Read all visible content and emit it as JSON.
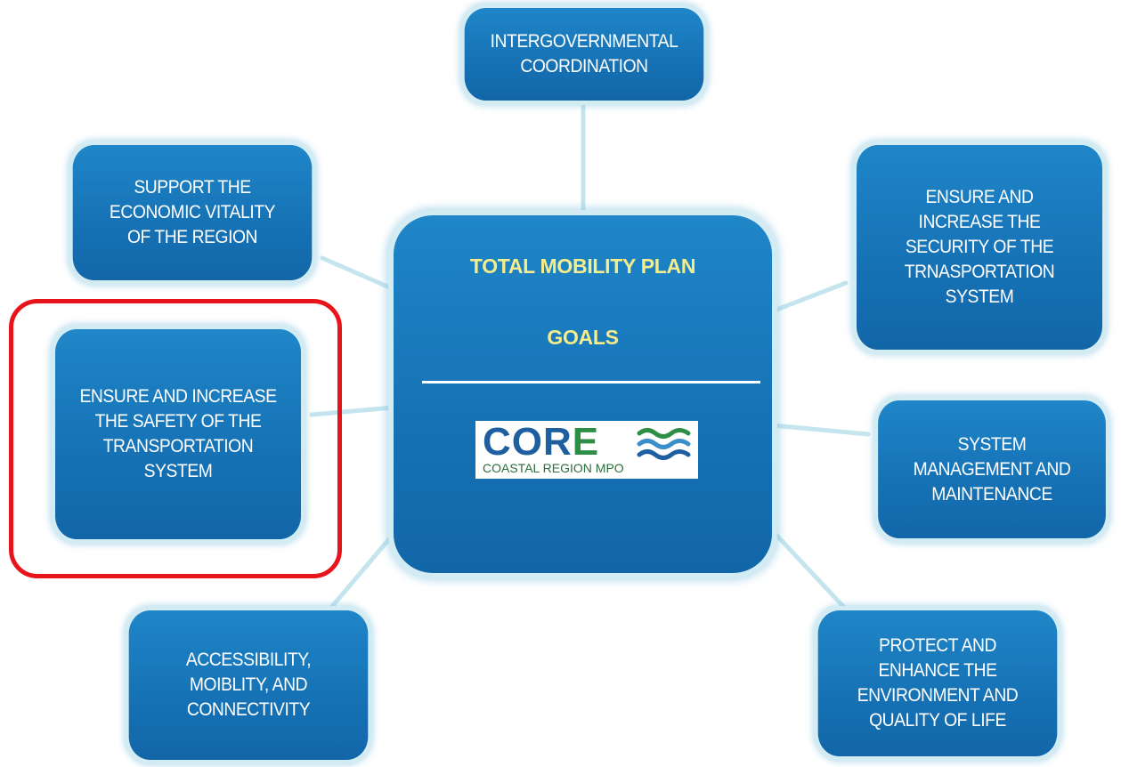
{
  "center": {
    "title_line1": "TOTAL MOBILITY PLAN",
    "title_line2": "GOALS",
    "logo": {
      "word": "CORE",
      "subtitle": "COASTAL REGION MPO"
    }
  },
  "goals": {
    "intergovernmental": "INTERGOVERNMENTAL\nCOORDINATION",
    "economic": "SUPPORT THE\nECONOMIC VITALITY\nOF THE REGION",
    "security": "ENSURE AND\nINCREASE THE\nSECURITY OF THE\nTRNASPORTATION\nSYSTEM",
    "safety": "ENSURE AND INCREASE\nTHE SAFETY OF THE\nTRANSPORTATION\nSYSTEM",
    "system_management": "SYSTEM\nMANAGEMENT AND\nMAINTENANCE",
    "accessibility": "ACCESSIBILITY,\nMOIBLITY, AND\nCONNECTIVITY",
    "environment": "PROTECT AND\nENHANCE THE\nENVIRONMENT AND\nQUALITY OF LIFE"
  },
  "colors": {
    "box_fill": "#1673b6",
    "box_glow": "#d3ecf3",
    "title_yellow": "#f5ec8c",
    "highlight_red": "#e8141c",
    "logo_blue": "#1d5f9f",
    "logo_green": "#2e8e45"
  }
}
